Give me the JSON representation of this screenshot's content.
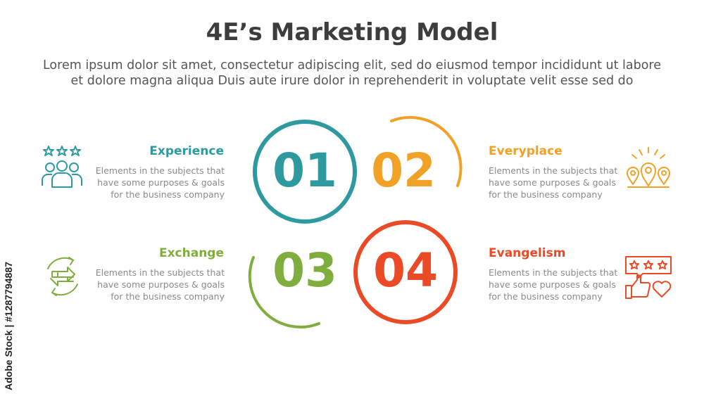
{
  "title": "4E’s Marketing Model",
  "subtitle_line1": "Lorem ipsum dolor sit amet, consectetur adipiscing elit, sed do eiusmod tempor incididunt ut labore",
  "subtitle_line2": "et dolore magna aliqua Duis aute irure dolor in reprehenderit in voluptate velit esse sed do",
  "colors": {
    "teal": "#2e9aa0",
    "orange": "#f0a126",
    "green": "#7fae3e",
    "red": "#ea4a26"
  },
  "items": [
    {
      "number": "01",
      "heading": "Experience",
      "desc_line1": "Elements in the subjects that",
      "desc_line2": "have  some purposes & goals",
      "desc_line3": "for the  business company",
      "icon": "rating-people-icon"
    },
    {
      "number": "02",
      "heading": "Everyplace",
      "desc_line1": "Elements in the subjects that",
      "desc_line2": "have  some purposes & goals",
      "desc_line3": "for the  business company",
      "icon": "location-pins-icon"
    },
    {
      "number": "03",
      "heading": "Exchange",
      "desc_line1": "Elements in the subjects that",
      "desc_line2": "have  some purposes & goals",
      "desc_line3": "for the  business company",
      "icon": "exchange-arrows-icon"
    },
    {
      "number": "04",
      "heading": "Evangelism",
      "desc_line1": "Elements in the subjects that",
      "desc_line2": "have  some purposes & goals",
      "desc_line3": "for the  business company",
      "icon": "review-like-icon"
    }
  ],
  "watermark": "Adobe Stock | #1287794887"
}
